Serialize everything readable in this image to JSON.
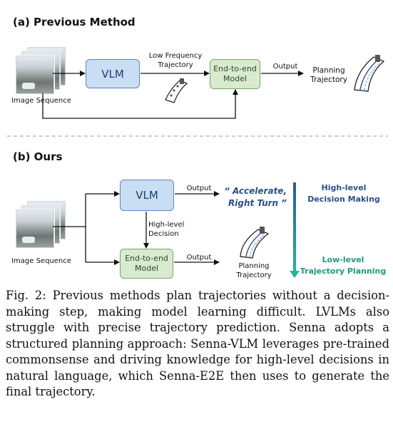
{
  "section_a": {
    "title": "(a) Previous Method",
    "image_label": "Image Sequence",
    "vlm": "VLM",
    "low_freq": "Low Frequency\nTrajectory",
    "e2e_line1": "End-to-end",
    "e2e_line2": "Model",
    "output": "Output",
    "planning": "Planning\nTrajectory"
  },
  "section_b": {
    "title": "(b) Ours",
    "image_label": "Image Sequence",
    "vlm": "VLM",
    "output_top": "Output",
    "quote": "“ Accelerate,\nRight Turn ”",
    "high_level_decision": "High-level\nDecision",
    "e2e_line1": "End-to-end",
    "e2e_line2": "Model",
    "output_bottom": "Output",
    "planning": "Planning\nTrajectory",
    "side_top": "High-level\nDecision Making",
    "side_bottom": "Low-level\nTrajectory Planning"
  },
  "colors": {
    "vlm_fill": "#c9ddf3",
    "e2e_fill": "#d8ead0",
    "decision_text": "#2a4f86",
    "trajectory_text": "#1d9a7e"
  },
  "caption": "Fig. 2: Previous methods plan trajectories without a decision-making step, making model learning difficult. LVLMs also struggle with precise trajectory prediction. Senna adopts a structured planning approach: Senna-VLM leverages pre-trained commonsense and driving knowledge for high-level decisions in natural language, which Senna-E2E then uses to generate the final trajectory."
}
